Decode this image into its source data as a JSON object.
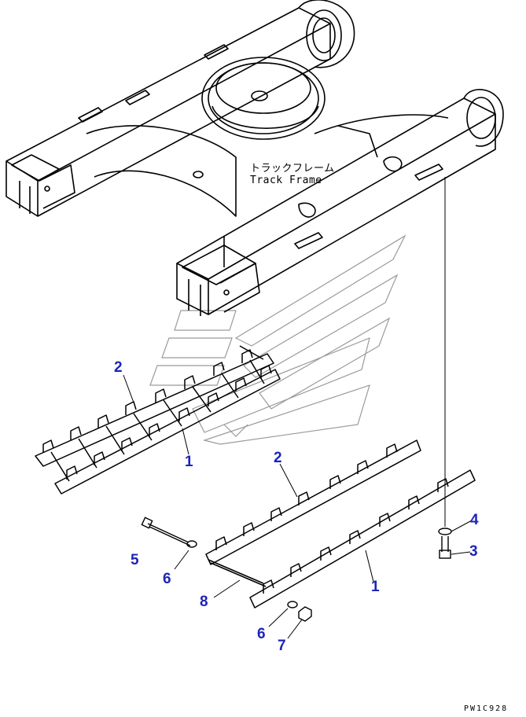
{
  "frame_label": {
    "jp": "トラックフレーム",
    "en": "Track Frame"
  },
  "callouts": {
    "c1a": "1",
    "c1b": "1",
    "c2a": "2",
    "c2b": "2",
    "c3": "3",
    "c4": "4",
    "c5": "5",
    "c6a": "6",
    "c6b": "6",
    "c7": "7",
    "c8": "8"
  },
  "drawing_code": "PW1C928",
  "colors": {
    "callout": "#1c24b8",
    "line": "#000000",
    "watermark": "#9a9a9a"
  }
}
